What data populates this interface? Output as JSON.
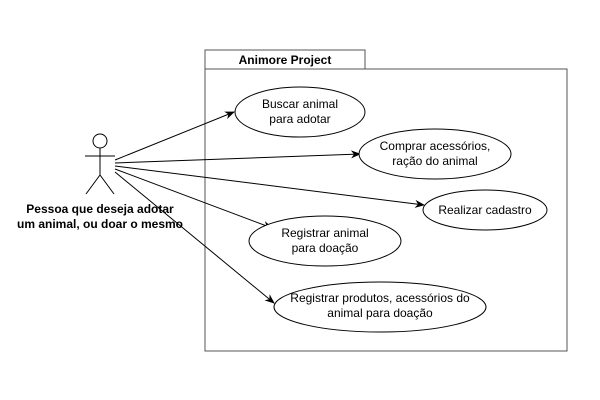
{
  "system": {
    "title": "Animore Project"
  },
  "actor": {
    "label_line1": "Pessoa que deseja adotar",
    "label_line2": "um animal, ou doar o mesmo"
  },
  "use_cases": [
    {
      "line1": "Buscar animal",
      "line2": "para adotar"
    },
    {
      "line1": "Comprar acessórios,",
      "line2": "ração do animal"
    },
    {
      "line1": "Realizar cadastro",
      "line2": ""
    },
    {
      "line1": "Registrar animal",
      "line2": "para doação"
    },
    {
      "line1": "Registrar produtos, acessórios do",
      "line2": "animal para doação"
    }
  ]
}
